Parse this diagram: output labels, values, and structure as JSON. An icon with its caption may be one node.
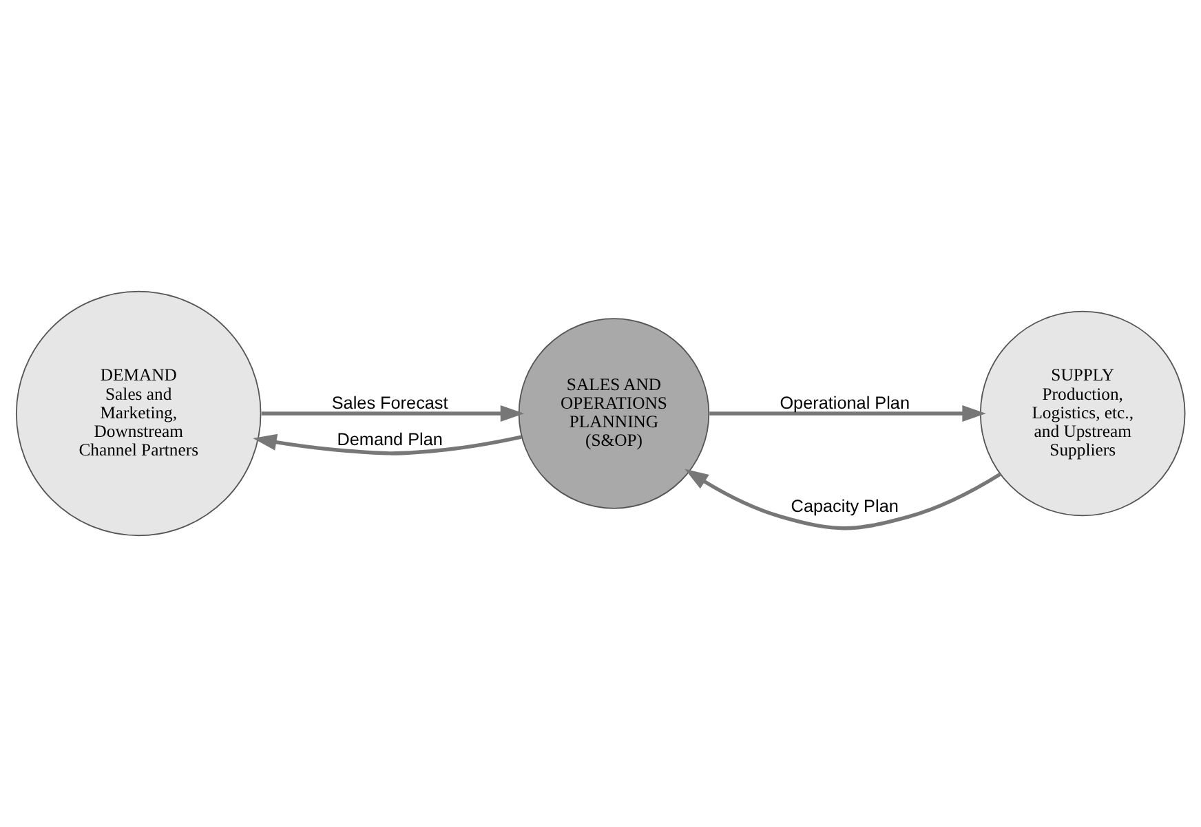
{
  "diagram": {
    "nodes": [
      {
        "text": [
          "DEMAND",
          "Sales and Marketing, Downstream Channel Partners"
        ]
      },
      {
        "text": [
          "SALES AND OPERATIONS PLANNING (S&OP)"
        ]
      },
      {
        "text": [
          "SUPPLY",
          "Production, Logistics, etc., and Upstream Suppliers"
        ]
      }
    ],
    "edges": [
      {
        "from": 0,
        "to": 1,
        "arrow": "to",
        "label": "Sales Forecast"
      },
      {
        "from": 2,
        "to": 1,
        "arrow": "to",
        "label": "Capacity Plan"
      },
      {
        "from": 1,
        "to": 0,
        "arrow": "to",
        "label": "Demand Plan"
      },
      {
        "from": 1,
        "to": 2,
        "arrow": "to",
        "label": "Operational Plan"
      }
    ]
  }
}
